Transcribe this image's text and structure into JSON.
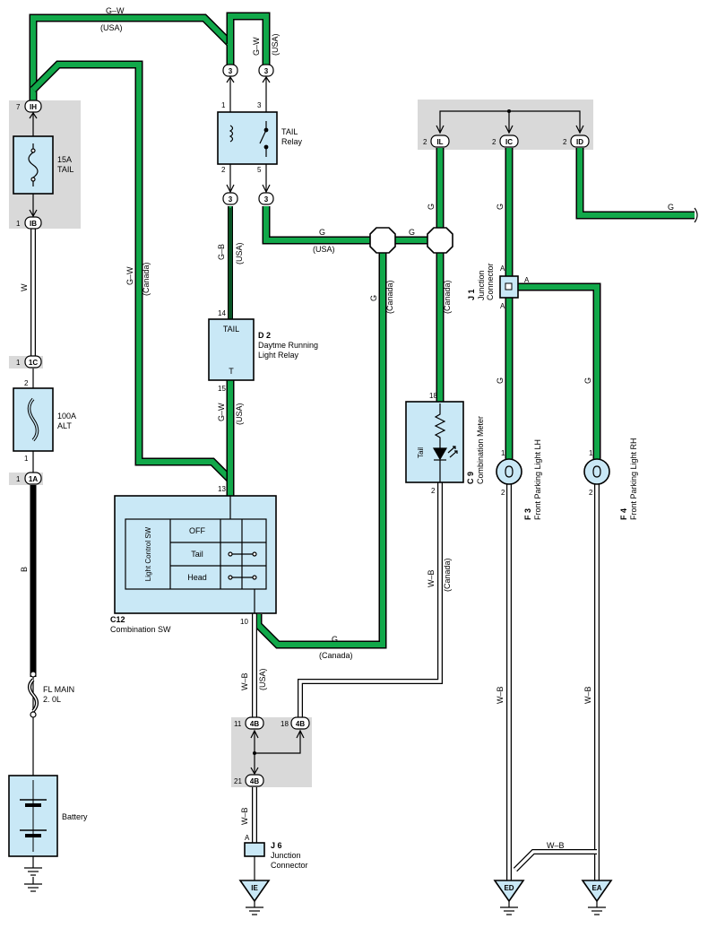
{
  "colors": {
    "green_wire": "#11a84a",
    "component_fill": "#c9e8f6",
    "panel_fill": "#d9d9d9"
  },
  "wire_labels": {
    "gw_top": "G–W",
    "gw_top_usa": "(USA)",
    "gw_relay": "G–W",
    "gw_relay_usa": "(USA)",
    "gw_left": "G–W",
    "gw_left_canada": "(Canada)",
    "gb": "G–B",
    "gb_usa": "(USA)",
    "gw_lower": "G–W",
    "gw_lower_usa": "(USA)",
    "w": "W",
    "b": "B",
    "g_usa": "G",
    "g_usa_tag": "(USA)",
    "g_mid": "G",
    "g_canada_v": "G",
    "g_canada_v_tag": "(Canada)",
    "g_il": "G",
    "g_il_canada": "(Canada)",
    "g_right": "G",
    "g_ic": "G",
    "g_ic_lower": "G",
    "g_rh": "G",
    "g_bottom": "G",
    "g_bottom_canada": "(Canada)",
    "wb_meter": "W–B",
    "wb_meter_canada": "(Canada)",
    "wb_sw": "W–B",
    "wb_sw_usa": "(USA)",
    "wb_j6": "W–B",
    "wb_lh": "W–B",
    "wb_rh": "W–B",
    "wb_bottom": "W–B"
  },
  "connectors": {
    "c3a": "3",
    "c3b": "3",
    "c3c": "3",
    "c3d": "3",
    "ih": "IH",
    "ib": "IB",
    "c1c": "1C",
    "c1a": "1A",
    "il": "IL",
    "ic": "IC",
    "id": "ID",
    "c4b_11": "4B",
    "c4b_18": "4B",
    "c4b_21": "4B"
  },
  "pins": {
    "ih": "7",
    "ib": "1",
    "c1c": "1",
    "alt_top": "2",
    "alt_bot": "1",
    "c1a": "1",
    "relay_1": "1",
    "relay_3": "3",
    "relay_2": "2",
    "relay_5": "5",
    "d2_14": "14",
    "d2_15": "15",
    "c12_13": "13",
    "c12_10": "10",
    "il": "2",
    "ic": "2",
    "id": "2",
    "meter_18": "18",
    "meter_2": "2",
    "j1_a_top": "A",
    "j1_a_right": "A",
    "j1_a_bot": "A",
    "f3_1": "1",
    "f3_2": "2",
    "f4_1": "1",
    "f4_2": "2",
    "c4b_11": "11",
    "c4b_18": "18",
    "c4b_21": "21",
    "j6_a": "A"
  },
  "components": {
    "fuse_tail": {
      "rating": "15A",
      "name": "TAIL"
    },
    "fuse_alt": {
      "rating": "100A",
      "name": "ALT"
    },
    "fl_main": {
      "name": "FL MAIN",
      "spec": "2. 0L"
    },
    "battery": {
      "name": "Battery"
    },
    "tail_relay": {
      "name": "TAIL",
      "name2": "Relay"
    },
    "d2": {
      "code": "D 2",
      "name": "Daytme Running",
      "name2": "Light Relay",
      "tail": "TAIL",
      "t": "T"
    },
    "c12": {
      "code": "C12",
      "name": "Combination SW",
      "sw_label": "Light Control SW",
      "off": "OFF",
      "tail": "Tail",
      "head": "Head"
    },
    "c9": {
      "code": "C 9",
      "name": "Combination Meter",
      "inner": "Tail"
    },
    "j1": {
      "code": "J 1",
      "name": "Junction",
      "name2": "Connector"
    },
    "f3": {
      "code": "F 3",
      "name": "Front Parking Light LH"
    },
    "f4": {
      "code": "F 4",
      "name": "Front Parking Light RH"
    },
    "j6": {
      "code": "J 6",
      "name": "Junction",
      "name2": "Connector"
    },
    "grounds": {
      "ie": "IE",
      "ed": "ED",
      "ea": "EA"
    }
  }
}
